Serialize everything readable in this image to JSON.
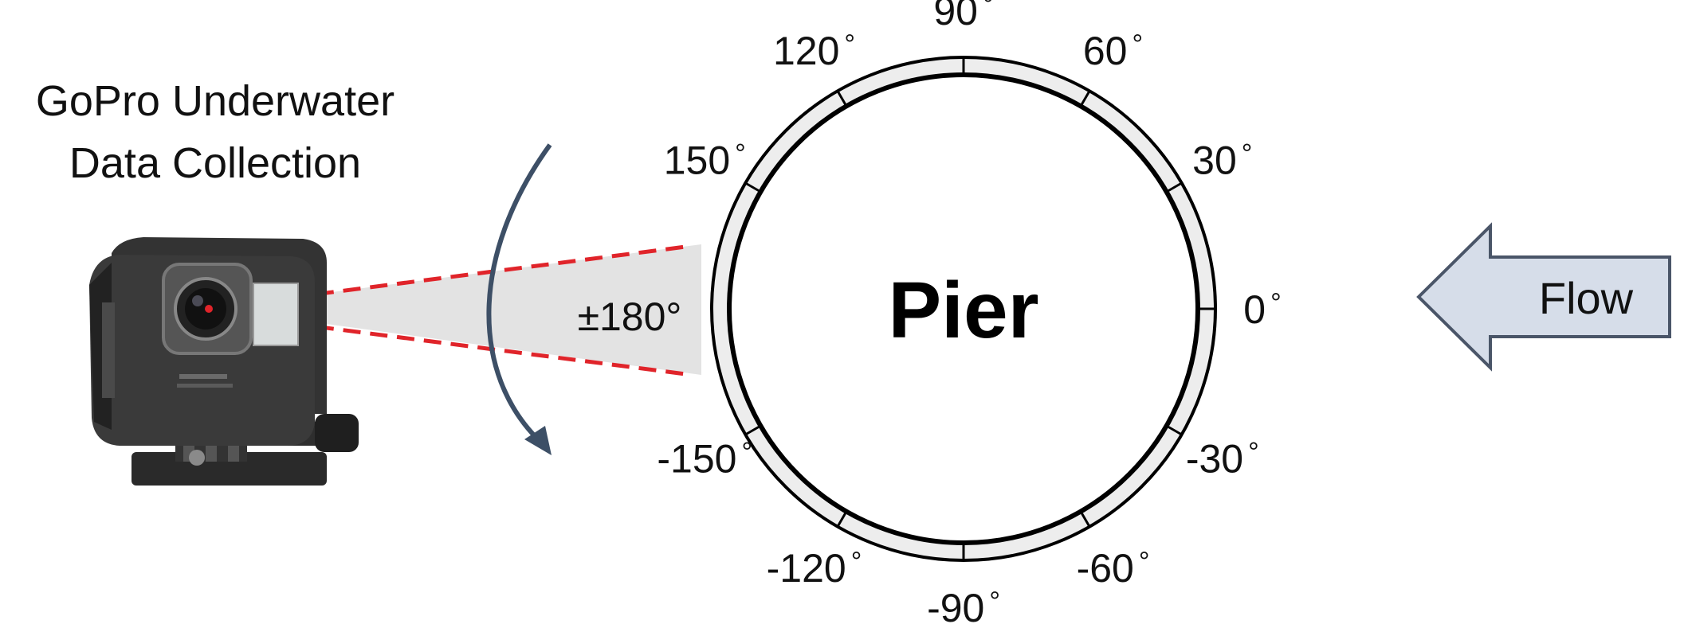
{
  "title": {
    "line1": "GoPro Underwater",
    "line2": "Data Collection"
  },
  "pier_label": "Pier",
  "flow_label": "Flow",
  "view_angle_label": "±180°",
  "degree_symbol": "°",
  "angles": [
    {
      "value": "90",
      "deg": 90
    },
    {
      "value": "60",
      "deg": 60
    },
    {
      "value": "30",
      "deg": 30
    },
    {
      "value": "0",
      "deg": 0
    },
    {
      "value": "-30",
      "deg": -30
    },
    {
      "value": "-60",
      "deg": -60
    },
    {
      "value": "-90",
      "deg": -90
    },
    {
      "value": "-120",
      "deg": -120
    },
    {
      "value": "-150",
      "deg": -150
    },
    {
      "value": "150",
      "deg": 150
    },
    {
      "value": "120",
      "deg": 120
    }
  ],
  "icons": {
    "camera": "gopro-camera-icon",
    "rotation": "curved-arrow-icon",
    "flow": "left-arrow-icon"
  },
  "colors": {
    "ring_fill": "#ededed",
    "stroke": "#000000",
    "view_cone": "#e3e3e3",
    "sight_lines": "#e0242a",
    "rotation_arrow": "#3d4f66",
    "flow_arrow_fill": "#d6dde9",
    "flow_arrow_stroke": "#4a5568"
  }
}
